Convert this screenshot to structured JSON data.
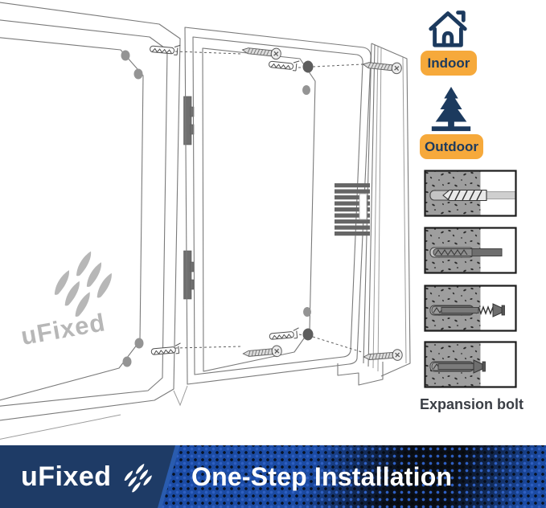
{
  "labels": {
    "indoor": "Indoor",
    "outdoor": "Outdoor",
    "expansion_bolt": "Expansion bolt"
  },
  "watermark": {
    "brand": "uFixed"
  },
  "footer": {
    "brand": "uFixed",
    "tagline": "One-Step Installation"
  },
  "icons": {
    "environment": [
      "house-icon",
      "pine-tree-icon"
    ],
    "steps": [
      "drill-hole-icon",
      "insert-anchor-icon",
      "drive-screw-icon",
      "flush-bolt-icon"
    ],
    "hardware": [
      "screw-icon",
      "wall-plug-icon"
    ]
  },
  "colors": {
    "accent_yellow": "#F6A93B",
    "navy": "#1C3A5E",
    "footer_navy": "#1E3B66",
    "band_blue": "#1B4BA4",
    "dot_blue": "#2E5FC2",
    "ink": "#3A3E45",
    "watermark_gray": "#B7B7B7"
  }
}
